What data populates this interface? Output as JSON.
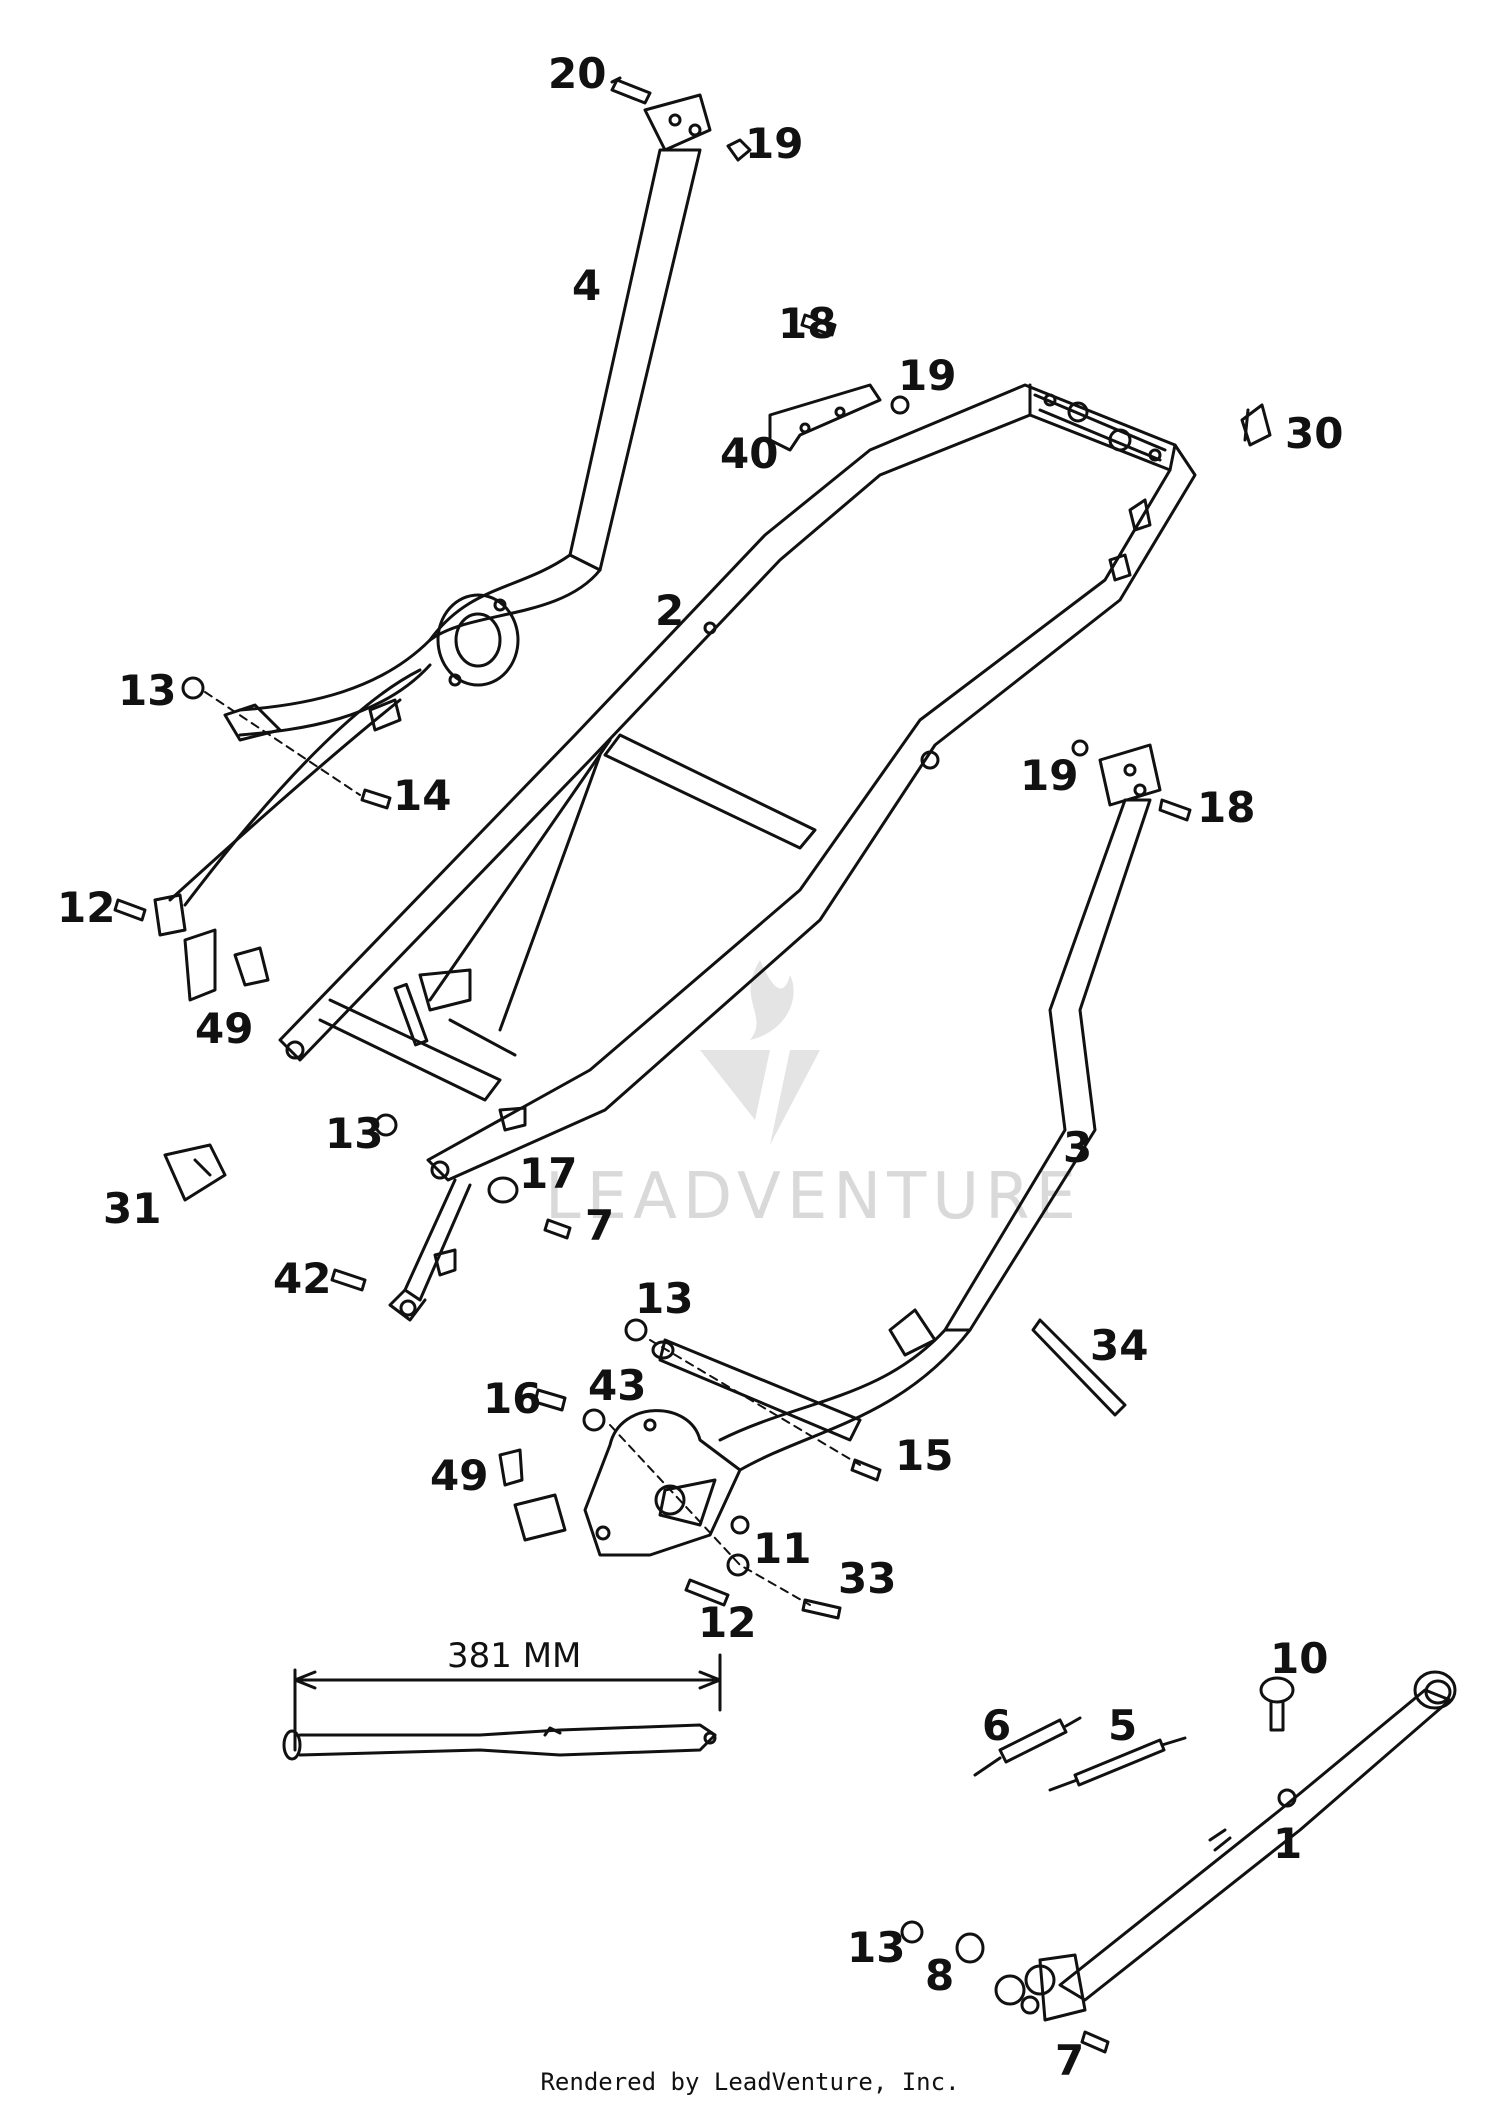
{
  "callouts": {
    "c1": "1",
    "c2": "2",
    "c3": "3",
    "c4": "4",
    "c5": "5",
    "c6": "6",
    "c7a": "7",
    "c7b": "7",
    "c8": "8",
    "c10": "10",
    "c11": "11",
    "c12a": "12",
    "c12b": "12",
    "c13a": "13",
    "c13b": "13",
    "c13c": "13",
    "c13d": "13",
    "c14": "14",
    "c15": "15",
    "c16": "16",
    "c17": "17",
    "c18a": "18",
    "c18b": "18",
    "c19a": "19",
    "c19b": "19",
    "c19c": "19",
    "c20": "20",
    "c30": "30",
    "c31": "31",
    "c33": "33",
    "c34": "34",
    "c40": "40",
    "c42": "42",
    "c43": "43",
    "c49a": "49",
    "c49b": "49"
  },
  "dimension": {
    "label": "381 MM"
  },
  "watermark": {
    "text": "LEADVENTURE"
  },
  "footer": {
    "credit": "Rendered by LeadVenture, Inc."
  },
  "colors": {
    "line": "#111111",
    "watermark": "#d9d9d9",
    "background": "#ffffff"
  }
}
